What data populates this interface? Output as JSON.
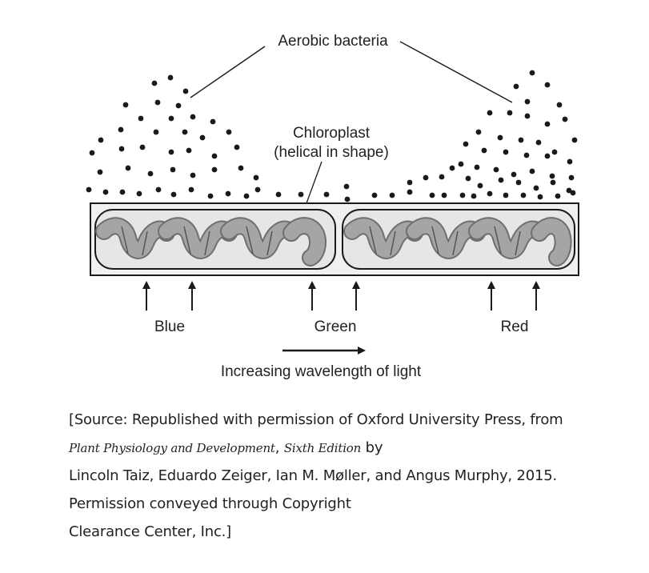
{
  "labels": {
    "bacteria": "Aerobic bacteria",
    "chloroplast_line1": "Chloroplast",
    "chloroplast_line2": "(helical in shape)",
    "blue": "Blue",
    "green": "Green",
    "red": "Red",
    "wavelength": "Increasing wavelength of light"
  },
  "caption": {
    "line1": "[Source: Republished with permission of Oxford University Press, from",
    "book_title": "Plant Physiology and Development",
    "comma": ",",
    "edition": "Sixth Edition",
    "by": "by",
    "line3": "Lincoln Taiz, Eduardo Zeiger, Ian M. Møller, and Angus Murphy, 2015.",
    "line4": "Permission conveyed through Copyright",
    "line5": "Clearance Center, Inc.]"
  },
  "colors": {
    "strand": "#9a9a9a",
    "strand_dark": "#6f6f6f",
    "chloroplast_fill": "#e6e6e6",
    "cell_fill": "#f0f0f0",
    "ink": "#1a1a1a"
  }
}
